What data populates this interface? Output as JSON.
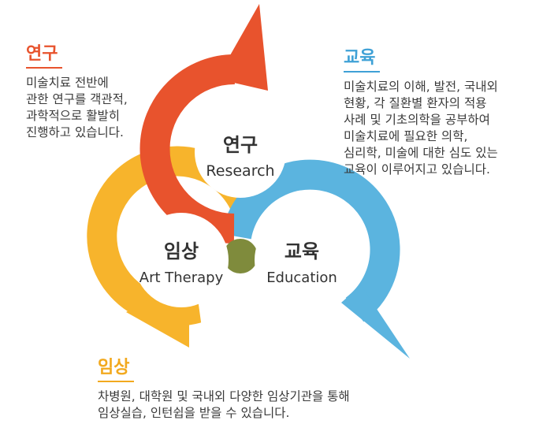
{
  "colors": {
    "research": "#E8532D",
    "education": "#5BB4DF",
    "clinical": "#F7B42C",
    "overlap_research_education": "#7D4A3F",
    "overlap_center": "#7F8B3C"
  },
  "circles": {
    "research": {
      "title": "연구",
      "subtitle": "Research"
    },
    "clinical": {
      "title": "임상",
      "subtitle": "Art Therapy"
    },
    "education": {
      "title": "교육",
      "subtitle": "Education"
    }
  },
  "research_block": {
    "title": "연구",
    "description": "미술치료 전반에\n관한 연구를 객관적,\n과학적으로 활발히\n진행하고 있습니다."
  },
  "education_block": {
    "title": "교육",
    "description": "미술치료의 이해, 발전, 국내외\n현황, 각 질환별 환자의 적용\n사례 및 기초의학을 공부하여\n미술치료에 필요한 의학,\n심리학, 미술에 대한 심도 있는\n교육이 이루어지고 있습니다."
  },
  "clinical_block": {
    "title": "임상",
    "description": "차병원, 대학원 및 국내외 다양한 임상기관을 통해\n임상실습, 인턴쉽을 받을 수 있습니다."
  }
}
